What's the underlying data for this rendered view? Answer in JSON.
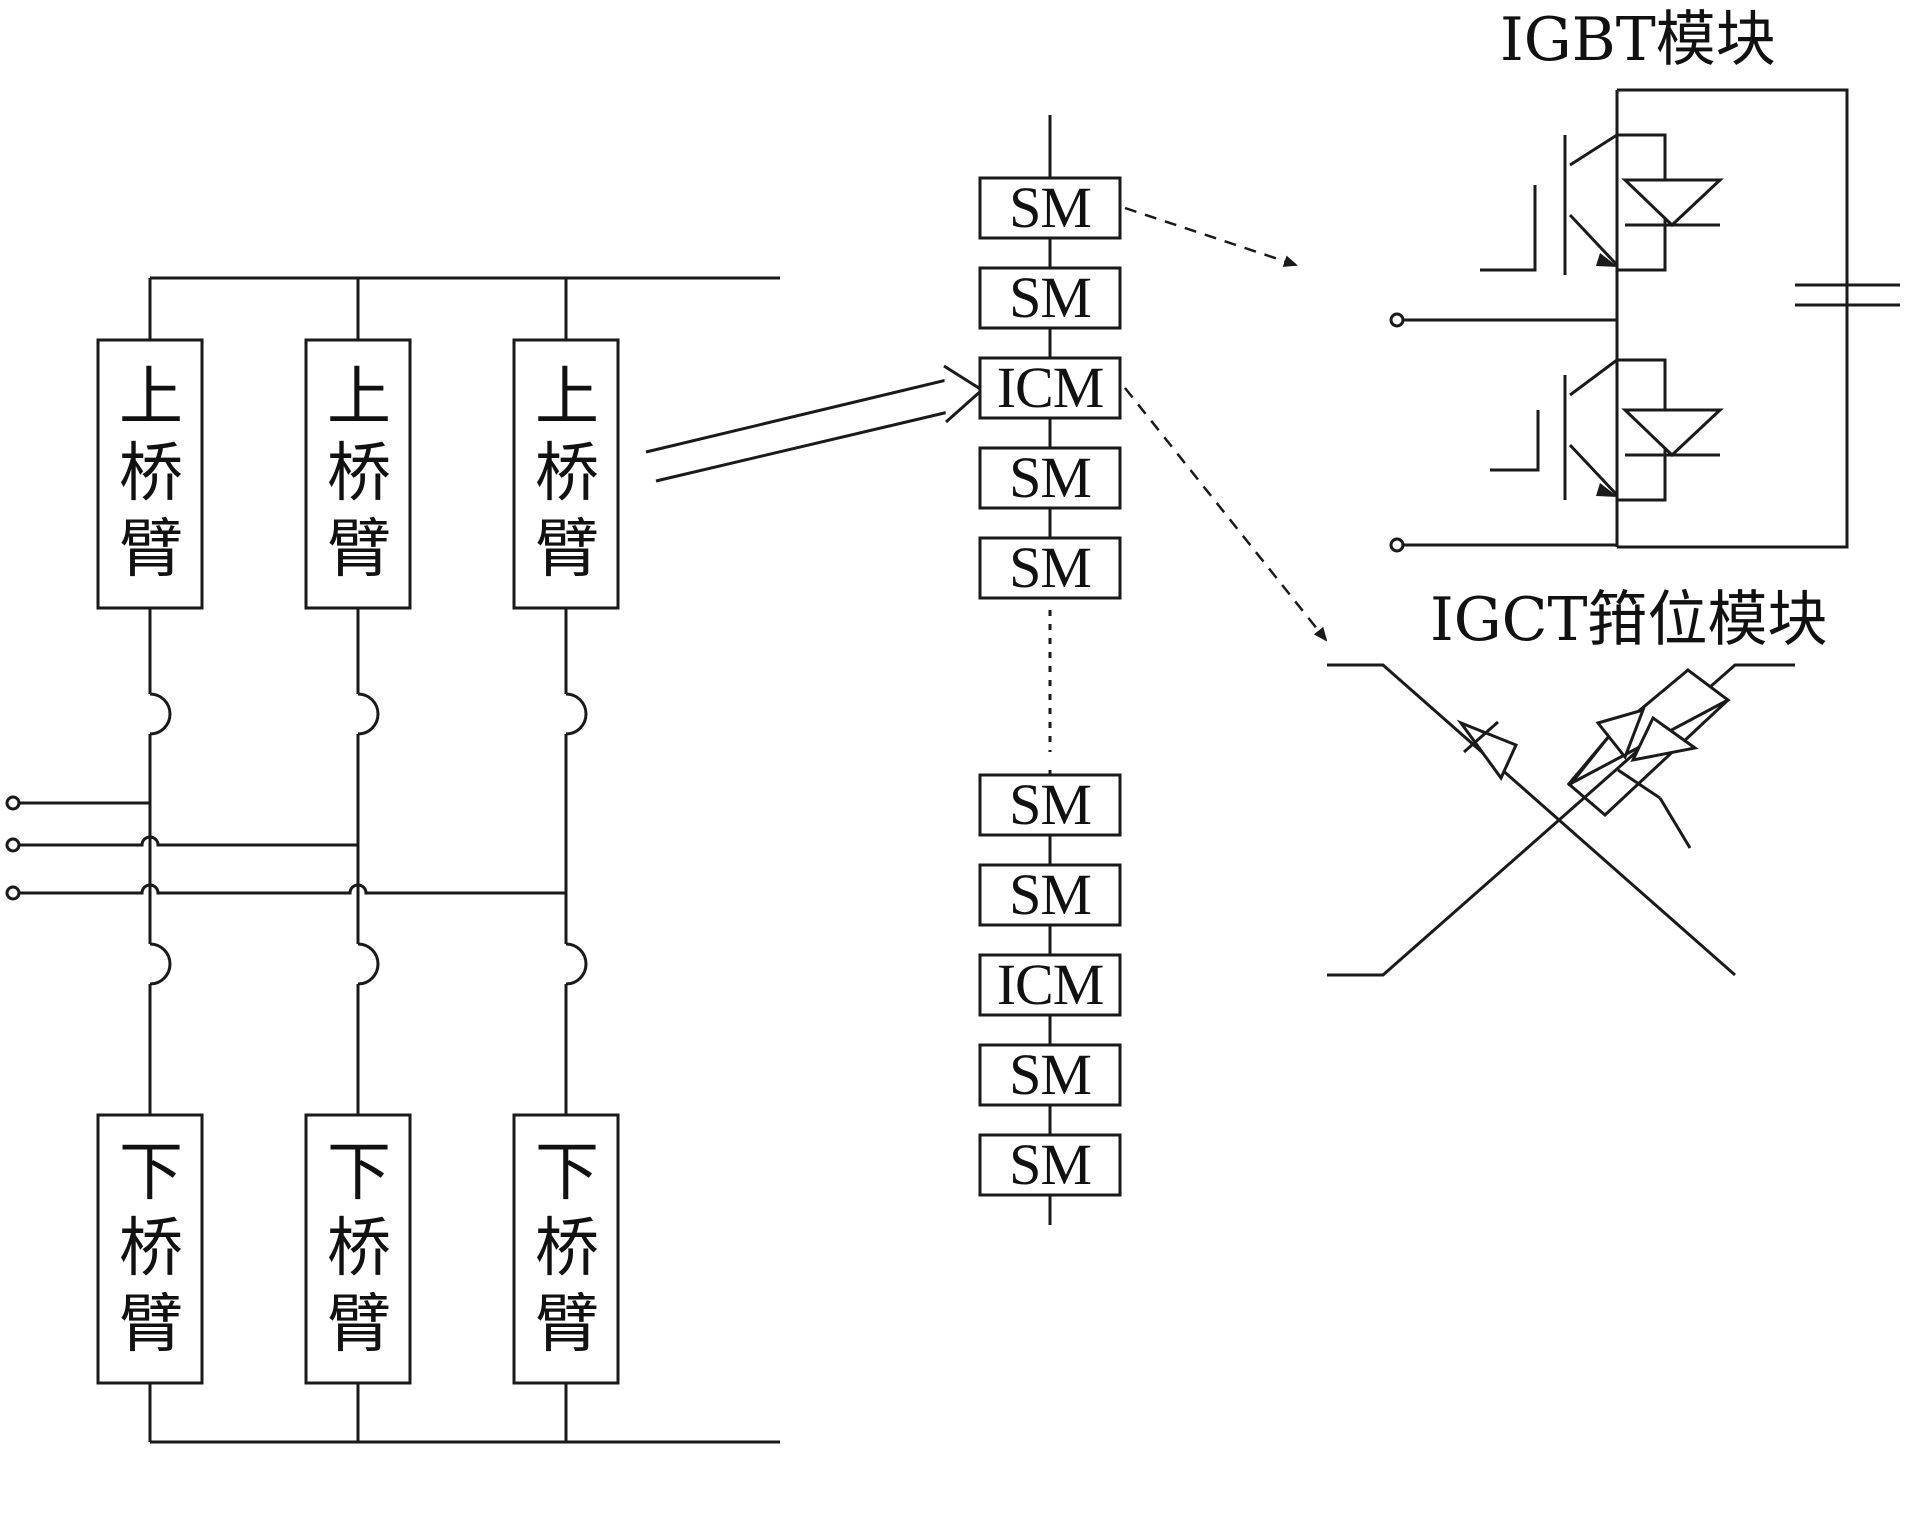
{
  "upper_arms": [
    {
      "chars": [
        "上",
        "桥",
        "臂"
      ]
    },
    {
      "chars": [
        "上",
        "桥",
        "臂"
      ]
    },
    {
      "chars": [
        "上",
        "桥",
        "臂"
      ]
    }
  ],
  "lower_arms": [
    {
      "chars": [
        "下",
        "桥",
        "臂"
      ]
    },
    {
      "chars": [
        "下",
        "桥",
        "臂"
      ]
    },
    {
      "chars": [
        "下",
        "桥",
        "臂"
      ]
    }
  ],
  "module_stack_top": [
    "SM",
    "SM",
    "ICM",
    "SM",
    "SM"
  ],
  "module_stack_bottom": [
    "SM",
    "SM",
    "ICM",
    "SM",
    "SM"
  ],
  "igbt_module_title": "IGBT模块",
  "igct_module_title": "IGCT箝位模块",
  "colors": {
    "line": "#1a1a1a",
    "background": "#ffffff"
  }
}
